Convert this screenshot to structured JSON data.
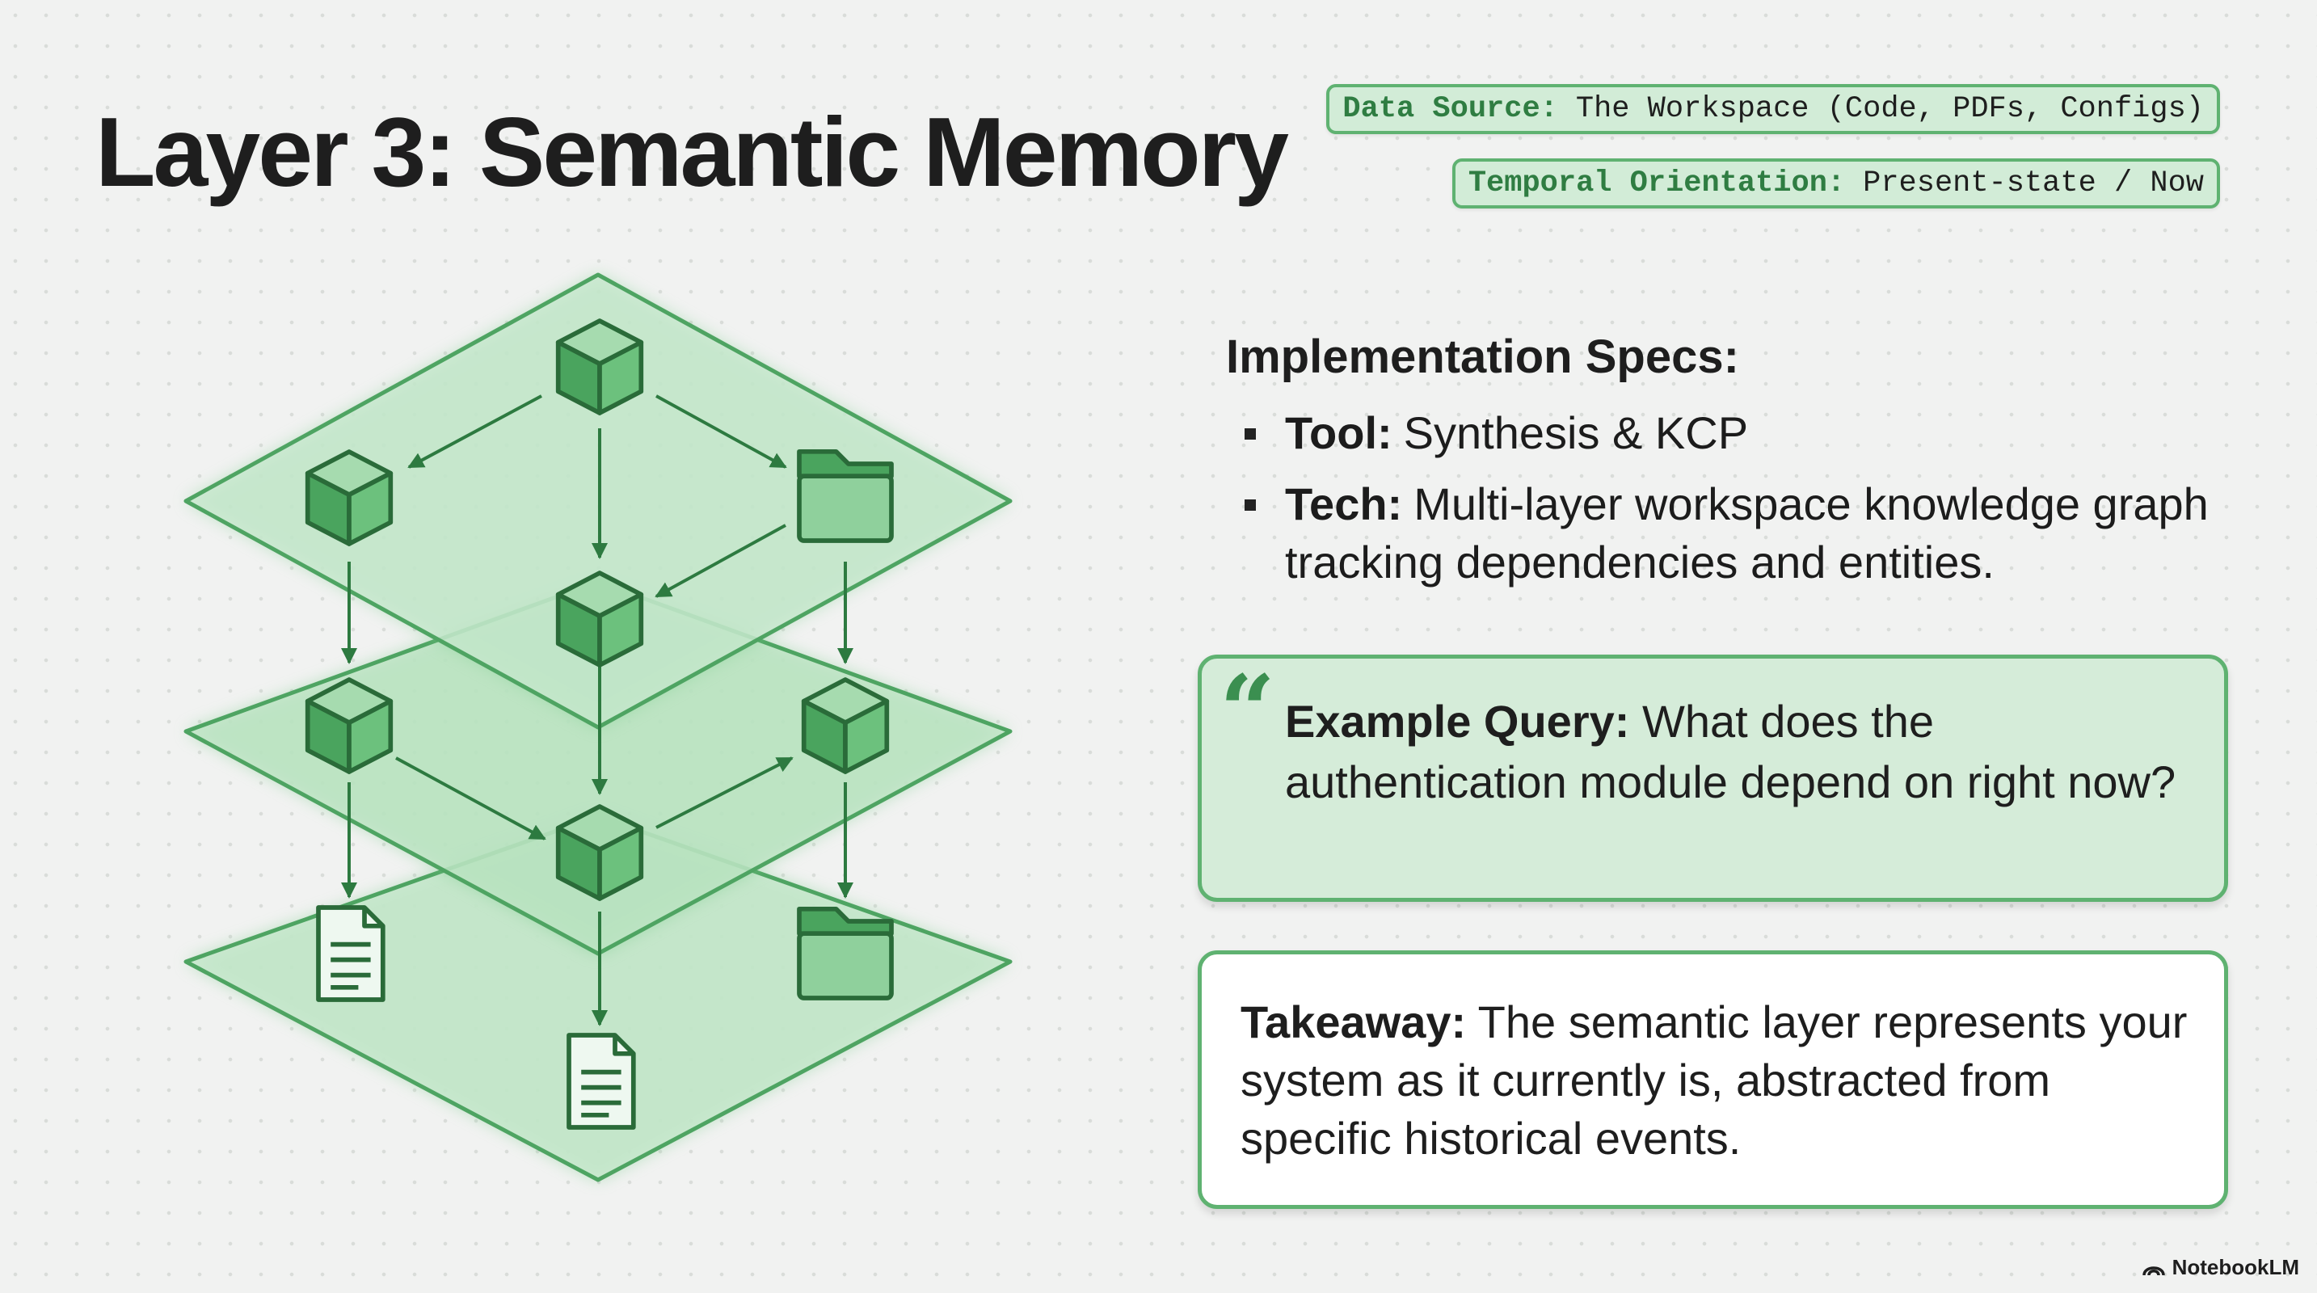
{
  "title": "Layer 3: Semantic Memory",
  "tags": {
    "source_label": "Data Source:",
    "source_value": "The Workspace (Code, PDFs, Configs)",
    "temporal_label": "Temporal Orientation:",
    "temporal_value": "Present-state / Now"
  },
  "specs": {
    "heading": "Implementation Specs:",
    "items": [
      {
        "label": "Tool:",
        "text": "Synthesis & KCP"
      },
      {
        "label": "Tech:",
        "text": "Multi-layer workspace knowledge graph tracking dependencies and entities."
      }
    ]
  },
  "query": {
    "label": "Example Query:",
    "text": "What does the authentication module depend on right now?"
  },
  "takeaway": {
    "label": "Takeaway:",
    "text": "The semantic layer represents your system as it currently is, abstracted from specific historical events."
  },
  "brand": "NotebookLM",
  "colors": {
    "accent": "#5fb271",
    "accent_dark": "#2f7d42",
    "panel_fill": "#d5ecd9",
    "background": "#f1f2f1"
  },
  "diagram_icons": [
    "cube-icon",
    "folder-icon",
    "document-icon"
  ]
}
